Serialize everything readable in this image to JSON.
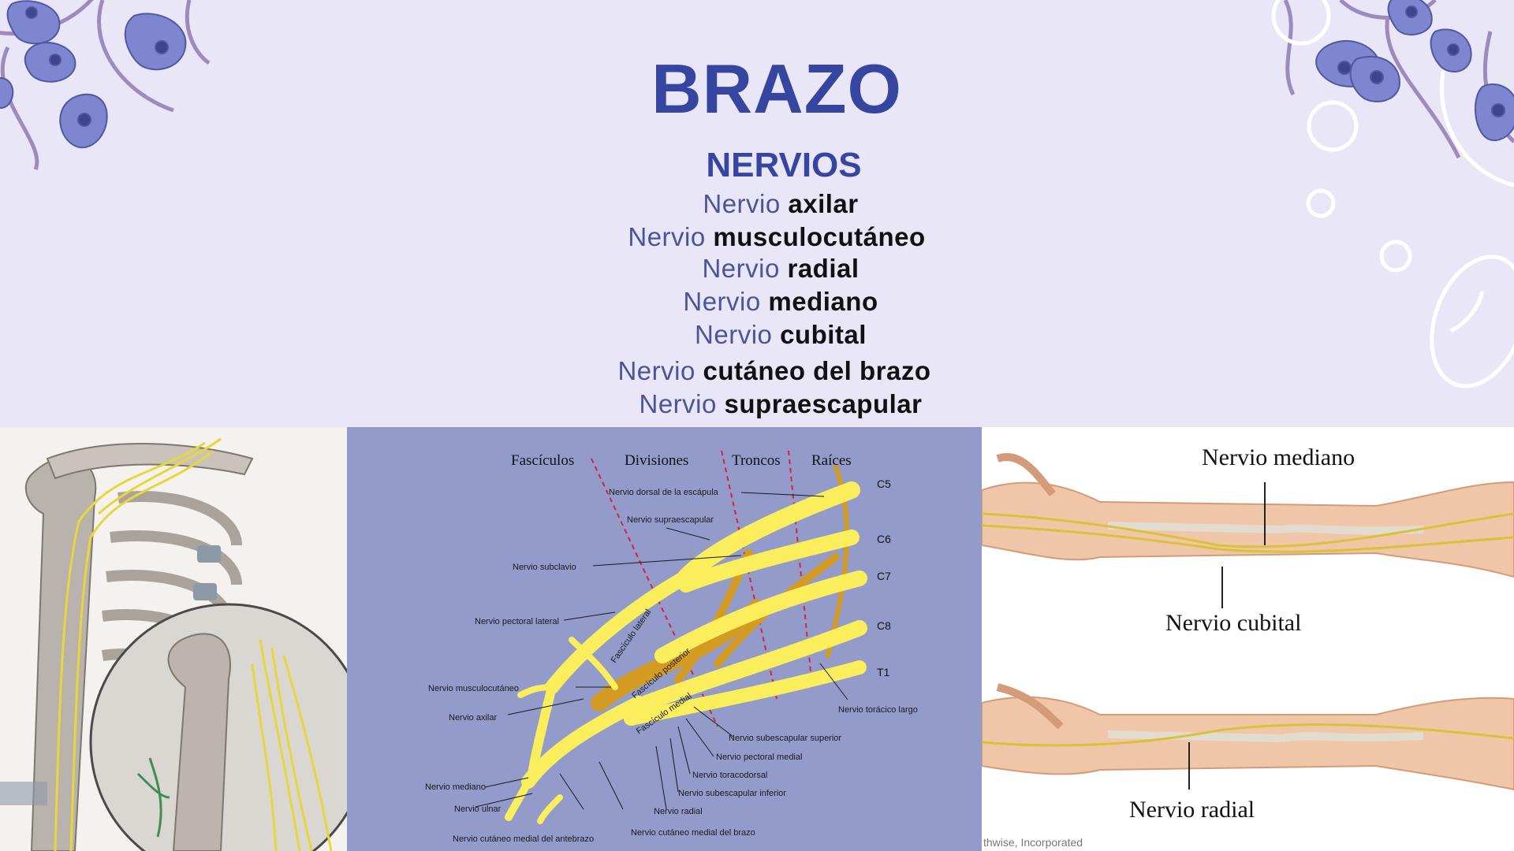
{
  "slide": {
    "title": "BRAZO",
    "subtitle": "NERVIOS",
    "nerves": [
      {
        "prefix": "Nervio",
        "name": "axilar"
      },
      {
        "prefix": "Nervio",
        "name": "musculocutáneo"
      },
      {
        "prefix": "Nervio",
        "name": "radial"
      },
      {
        "prefix": "Nervio",
        "name": "mediano"
      },
      {
        "prefix": "Nervio",
        "name": "cubital"
      },
      {
        "prefix": "Nervio",
        "name": "cutáneo del brazo"
      },
      {
        "prefix": "Nervio",
        "name": "supraescapular"
      }
    ]
  },
  "plexus_diagram": {
    "headers": {
      "fasciculos": "Fascículos",
      "divisiones": "Divisiones",
      "troncos": "Troncos",
      "raices": "Raíces"
    },
    "roots": {
      "c5": "C5",
      "c6": "C6",
      "c7": "C7",
      "c8": "C8",
      "t1": "T1"
    },
    "labels": {
      "dorsal_escapula": "Nervio dorsal de la escápula",
      "supraescapular": "Nervio supraescapular",
      "subclavio": "Nervio subclavio",
      "pectoral_lateral": "Nervio pectoral lateral",
      "musculocutaneo": "Nervio musculocutáneo",
      "axilar": "Nervio axilar",
      "mediano": "Nervio mediano",
      "ulnar": "Nervio ulnar",
      "cutaneo_antebrazo": "Nervio cutáneo medial del antebrazo",
      "cutaneo_brazo": "Nervio cutáneo medial del brazo",
      "radial": "Nervio radial",
      "subescapular_inferior": "Nervio subescapular inferior",
      "toracodorsal": "Nervio toracodorsal",
      "pectoral_medial": "Nervio pectoral medial",
      "subescapular_superior": "Nervio subescapular superior",
      "toracico_largo": "Nervio torácico largo"
    },
    "cord_labels": {
      "lateral": "Fascículo lateral",
      "posterior": "Fascículo posterior",
      "medial": "Fascículo medial"
    }
  },
  "forearm_image": {
    "mediano": "Nervio mediano",
    "cubital": "Nervio cubital",
    "radial": "Nervio radial",
    "credit": "thwise, Incorporated"
  },
  "colors": {
    "background": "#e9e6f8",
    "title": "#3646a0",
    "nerve_prefix": "#4b5499",
    "diagram_bg": "#939bcb",
    "nerve_yellow": "#fbee5c"
  }
}
